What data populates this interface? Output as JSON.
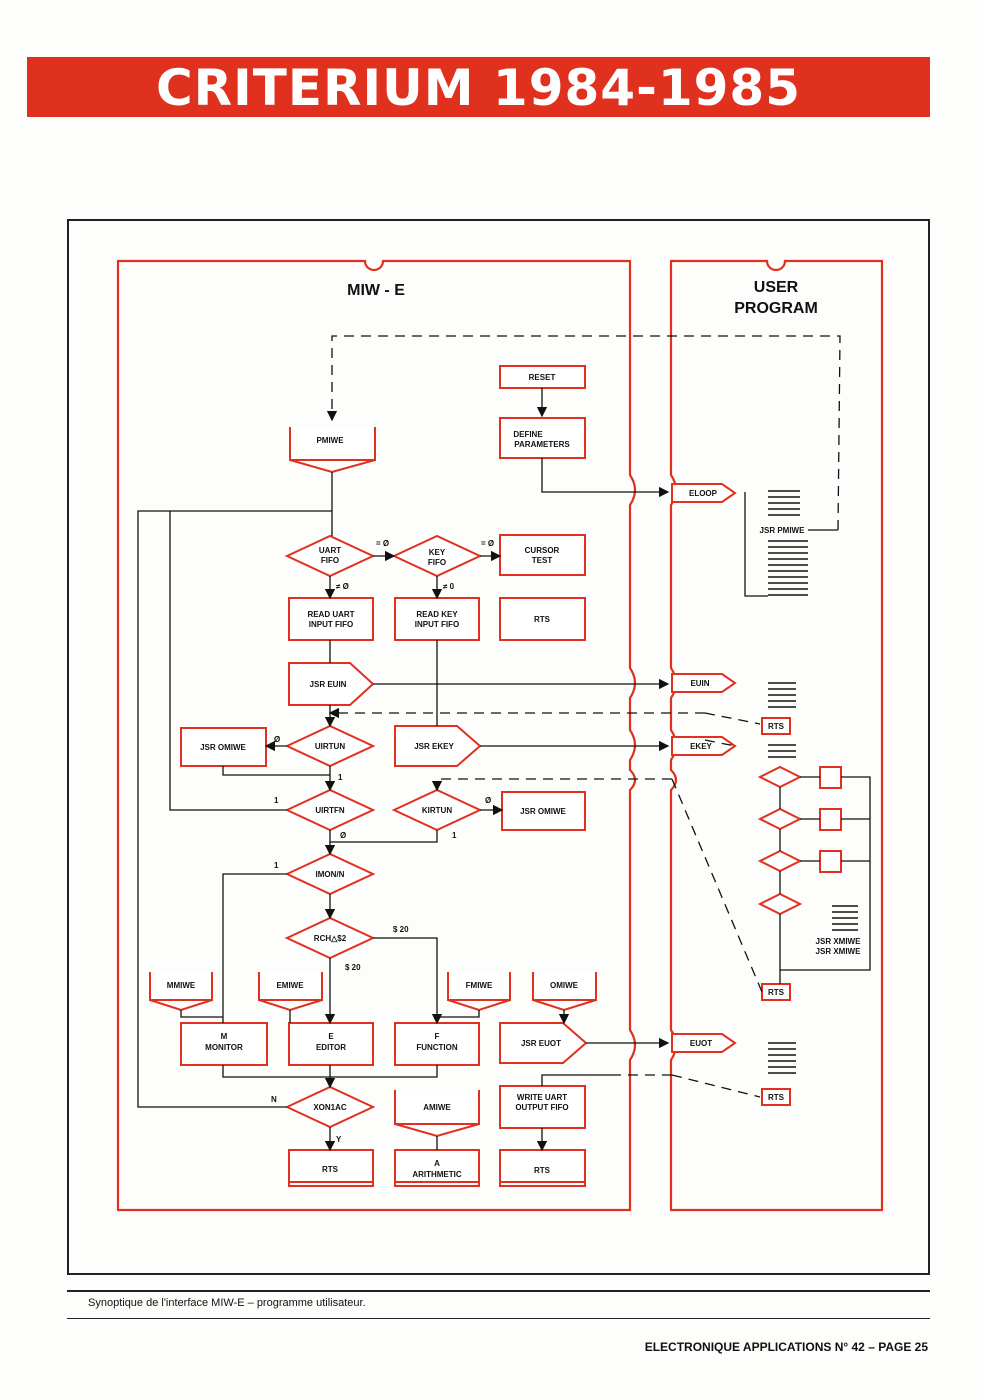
{
  "banner": {
    "title": "CRITERIUM 1984-1985",
    "color": "#e0301e"
  },
  "diagram": {
    "box_color": "#e0301e",
    "miwe_title": "MIW - E",
    "user_title_1": "USER",
    "user_title_2": "PROGRAM",
    "reset": "RESET",
    "define_1": "DEFINE",
    "define_2": "PARAMETERS",
    "pmiwe": "PMIWE",
    "uart_fifo_1": "UART",
    "uart_fifo_2": "FIFO",
    "key_fifo_1": "KEY",
    "key_fifo_2": "FIFO",
    "cursor_1": "CURSOR",
    "cursor_2": "TEST",
    "read_uart_1": "READ UART",
    "read_uart_2": "INPUT FIFO",
    "read_key_1": "READ KEY",
    "read_key_2": "INPUT FIFO",
    "rts": "RTS",
    "jsr_euin": "JSR EUIN",
    "jsr_omiwe": "JSR OMIWE",
    "uirtun": "UIRTUN",
    "jsr_ekey": "JSR EKEY",
    "uirtfn": "UIRTFN",
    "kirtun": "KIRTUN",
    "imon": "IMON/N",
    "rch": "RCH△$2",
    "mmiwe": "MMIWE",
    "emiwe": "EMIWE",
    "fmiwe": "FMIWE",
    "omiwe": "OMIWE",
    "m_1": "M",
    "m_2": "MONITOR",
    "e_1": "E",
    "e_2": "EDITOR",
    "f_1": "F",
    "f_2": "FUNCTION",
    "jsr_euot": "JSR EUOT",
    "xon": "XON1AC",
    "amiwe": "AMIWE",
    "write_1": "WRITE UART",
    "write_2": "OUTPUT FIFO",
    "a_1": "A",
    "a_2": "ARITHMETIC",
    "eloop": "ELOOP",
    "euin": "EUIN",
    "ekey": "EKEY",
    "euot": "EUOT",
    "jsr_pmiwe": "JSR PMIWE",
    "jsr_xmiwe": "JSR XMIWE",
    "lbl_eq0": "= Ø",
    "lbl_ne0": "≠ Ø",
    "lbl_ne0b": "≠ 0",
    "lbl_0": "Ø",
    "lbl_1": "1",
    "lbl_20": "$ 20",
    "lbl_n": "N",
    "lbl_y": "Y"
  },
  "caption": "Synoptique de l'interface MIW-E – programme utilisateur.",
  "footer": "ELECTRONIQUE APPLICATIONS N° 42 – PAGE 25"
}
